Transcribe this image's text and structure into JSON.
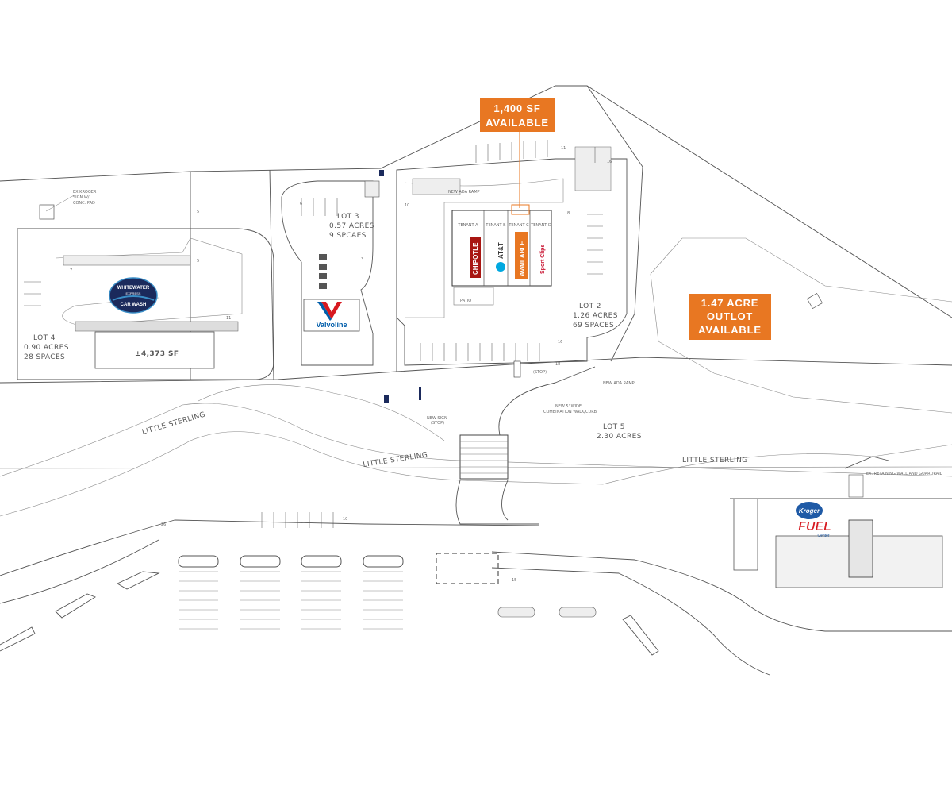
{
  "callouts": {
    "suite_available": {
      "line1": "1,400 SF",
      "line2": "AVAILABLE",
      "color": "#e87722"
    },
    "outlot_available": {
      "line1": "1.47 ACRE",
      "line2": "OUTLOT",
      "line3": "AVAILABLE",
      "color": "#e87722"
    }
  },
  "lots": {
    "lot4": {
      "name": "LOT 4",
      "acres": "0.90 ACRES",
      "spaces": "28 SPACES"
    },
    "lot3": {
      "name": "LOT 3",
      "acres": "0.57 ACRES",
      "spaces": "9 SPCAES"
    },
    "lot2": {
      "name": "LOT 2",
      "acres": "1.26 ACRES",
      "spaces": "69 SPACES"
    },
    "lot5": {
      "name": "LOT 5",
      "acres": "2.30 ACRES"
    }
  },
  "building_area": "±4,373 SF",
  "roads": {
    "little_sterling": "LITTLE STERLING"
  },
  "notes": {
    "ex_kroger_sign_1": "EX KROGER",
    "ex_kroger_sign_2": "SIGN W/",
    "ex_kroger_sign_3": "CONC. PAD",
    "new_ada_ramp": "NEW ADA RAMP",
    "new_sign_stop": "NEW SIGN",
    "stop": "(STOP)",
    "new_walk_1": "NEW 5' WIDE",
    "new_walk_2": "COMBINATION WALK/CURB",
    "patio": "PATIO",
    "retaining_wall": "EX. RETAINING WALL AND GUARDRAIL"
  },
  "tenants": {
    "chipotle": "CHIPOTLE",
    "att": "AT&T",
    "available": "AVAILABLE",
    "sports_clips": "Sport Clips",
    "tenant_a": "TENANT A",
    "tenant_b": "TENANT B",
    "tenant_c": "TENANT C",
    "tenant_d": "TENANT D"
  },
  "logos": {
    "whitewater_1": "WHITEWATER",
    "whitewater_2": "EXPRESS",
    "whitewater_3": "CAR WASH",
    "valvoline": "Valvoline",
    "kroger": "Kroger",
    "fuel": "FUEL",
    "fuel_center": "Center"
  },
  "space_counts": [
    "5",
    "5",
    "7",
    "11",
    "6",
    "3",
    "10",
    "8",
    "11",
    "16",
    "16",
    "18",
    "26",
    "10",
    "15"
  ],
  "colors": {
    "accent_orange": "#e87722",
    "chipotle_red": "#a81612",
    "att_blue": "#00a8e0",
    "valvoline_red": "#d71920",
    "valvoline_blue": "#005daa",
    "kroger_blue": "#1f5aa6",
    "whitewater_navy": "#1b2a5c",
    "sportclips_red": "#c8102e"
  },
  "icons": [
    "stop-sign-icon",
    "sign-pad-icon",
    "ada-ramp-icon",
    "parking-stripe-icon"
  ]
}
